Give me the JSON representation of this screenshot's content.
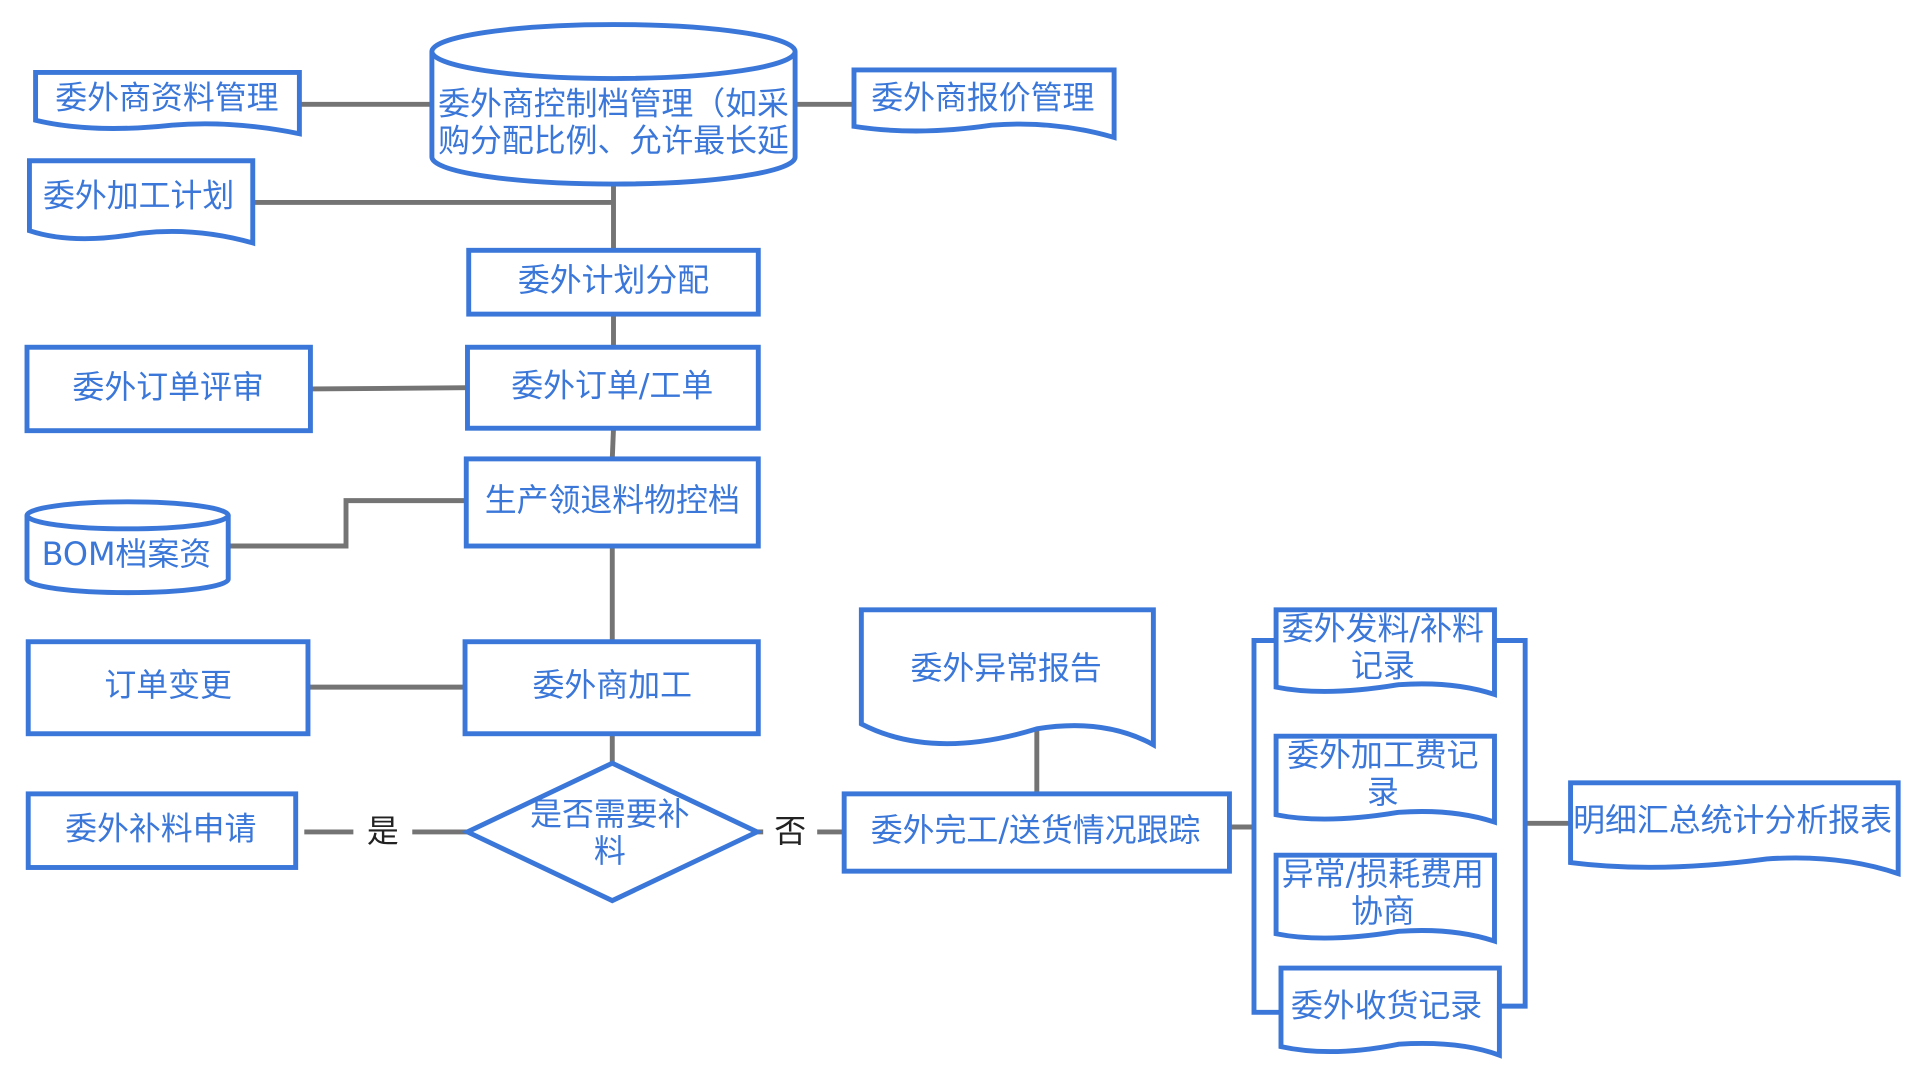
{
  "colors": {
    "shape_stroke": "#3a77d8",
    "text": "#3a77d8",
    "connector": "#747474",
    "edge_label": "#222222",
    "background": "#ffffff"
  },
  "nodes": {
    "supplier_profile": "委外商资料管理",
    "supplier_control": [
      "委外商控制档管理（如采",
      "购分配比例、允许最长延"
    ],
    "supplier_quote": "委外商报价管理",
    "outsourcing_plan": "委外加工计划",
    "plan_allocation": "委外计划分配",
    "order_review": "委外订单评审",
    "order_workorder": "委外订单/工单",
    "material_control": "生产领退料物控档",
    "bom_data": "BOM档案资",
    "order_change": "订单变更",
    "supplier_processing": "委外商加工",
    "replenish_request": "委外补料申请",
    "need_replenish": [
      "是否需要补",
      "料"
    ],
    "exception_report": "委外异常报告",
    "completion_tracking": "委外完工/送货情况跟踪",
    "issue_record": [
      "委外发料/补料",
      "记录"
    ],
    "fee_record": [
      "委外加工费记",
      "录"
    ],
    "loss_negotiation": [
      "异常/损耗费用",
      "协商"
    ],
    "receipt_record": "委外收货记录",
    "summary_report": "明细汇总统计分析报表"
  },
  "edge_labels": {
    "yes": "是",
    "no": "否"
  }
}
